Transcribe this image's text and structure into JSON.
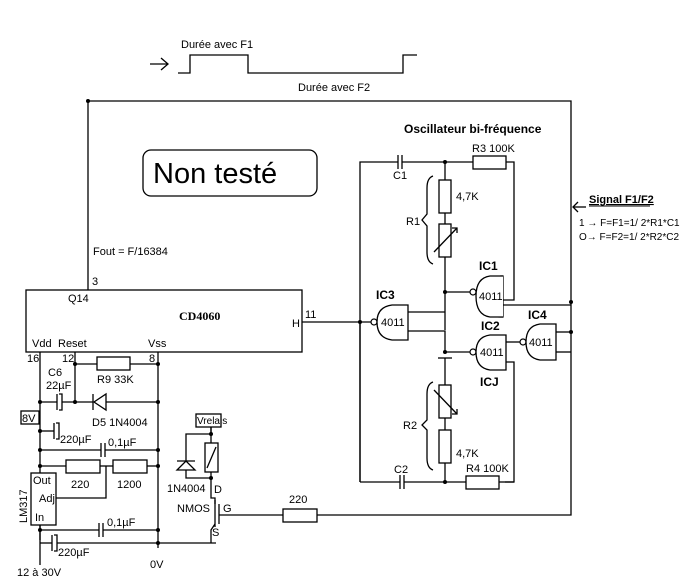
{
  "diagram": {
    "title": "Oscillateur bi-fréquence",
    "status_note": "Non testé",
    "waveform": {
      "label_f1": "Durée avec F1",
      "label_f2": "Durée avec F2"
    },
    "signal": {
      "title": "Signal F1/F2",
      "line1": "1 → F=F1=1/ 2*R1*C1",
      "line2": "O→ F=F2=1/ 2*R2*C2"
    },
    "counter": {
      "name": "CD4060",
      "output_label": "Fout = F/16384",
      "pins": {
        "q14_label": "Q14",
        "q14_num": "3",
        "h_label": "H",
        "h_num": "11",
        "vdd_label": "Vdd",
        "reset_label": "Reset",
        "vss_label": "Vss",
        "vdd_num": "16",
        "reset_num": "12",
        "vss_num": "8"
      }
    },
    "components": {
      "c6": "C6",
      "c6_val": "22µF",
      "r9": "R9  33K",
      "d5": "D5  1N4004",
      "supply_8v": "8V",
      "cap_220a": "220µF",
      "cap_01a": "0,1µF",
      "r_220": "220",
      "r_1200": "1200",
      "regulator": "LM317",
      "reg_out": "Out",
      "reg_adj": "Adj",
      "reg_in": "In",
      "cap_01b": "0,1µF",
      "cap_220b": "220µF",
      "input_voltage": "12 à 30V",
      "ground": "0V",
      "vrelais": "Vrelais",
      "relay_diode": "1N4004",
      "mosfet": "NMOS",
      "mos_d": "D",
      "mos_g": "G",
      "mos_s": "S",
      "r_gate": "220",
      "c1": "C1",
      "r3": "R3  100K",
      "r1": "R1",
      "r1_fixed": "4,7K",
      "c2": "C2",
      "r4": "R4  100K",
      "r2": "R2",
      "r2_fixed": "4,7K"
    },
    "gates": {
      "ic1": "IC1",
      "ic2": "IC2",
      "ic3": "IC3",
      "ic4": "IC4",
      "ic_extra": "ICJ",
      "part": "4011"
    }
  }
}
